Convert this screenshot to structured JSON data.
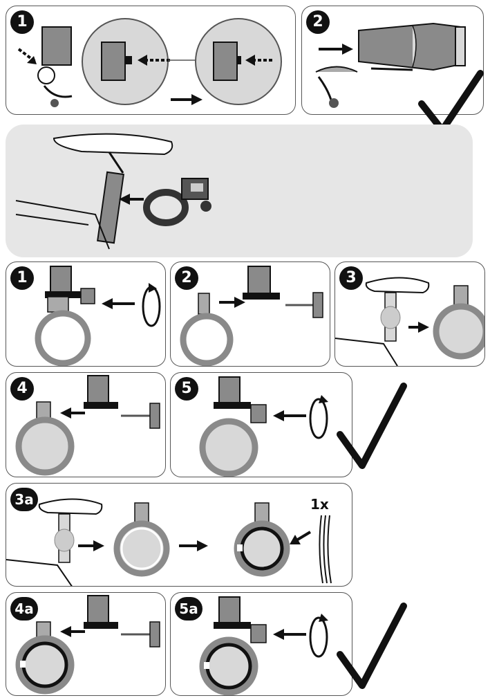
{
  "panels": {
    "p1": {
      "badge": "1"
    },
    "p2": {
      "badge": "2"
    },
    "s1": {
      "badge": "1"
    },
    "s2": {
      "badge": "2"
    },
    "s3": {
      "badge": "3"
    },
    "s4": {
      "badge": "4"
    },
    "s5": {
      "badge": "5"
    },
    "s3a": {
      "badge": "3a",
      "qty_label": "1x"
    },
    "s4a": {
      "badge": "4a"
    },
    "s5a": {
      "badge": "5a"
    }
  },
  "colors": {
    "ink": "#111111",
    "mid_gray": "#8a8a8a",
    "light_gray": "#d8d8d8",
    "panel_gray": "#e6e6e6"
  }
}
